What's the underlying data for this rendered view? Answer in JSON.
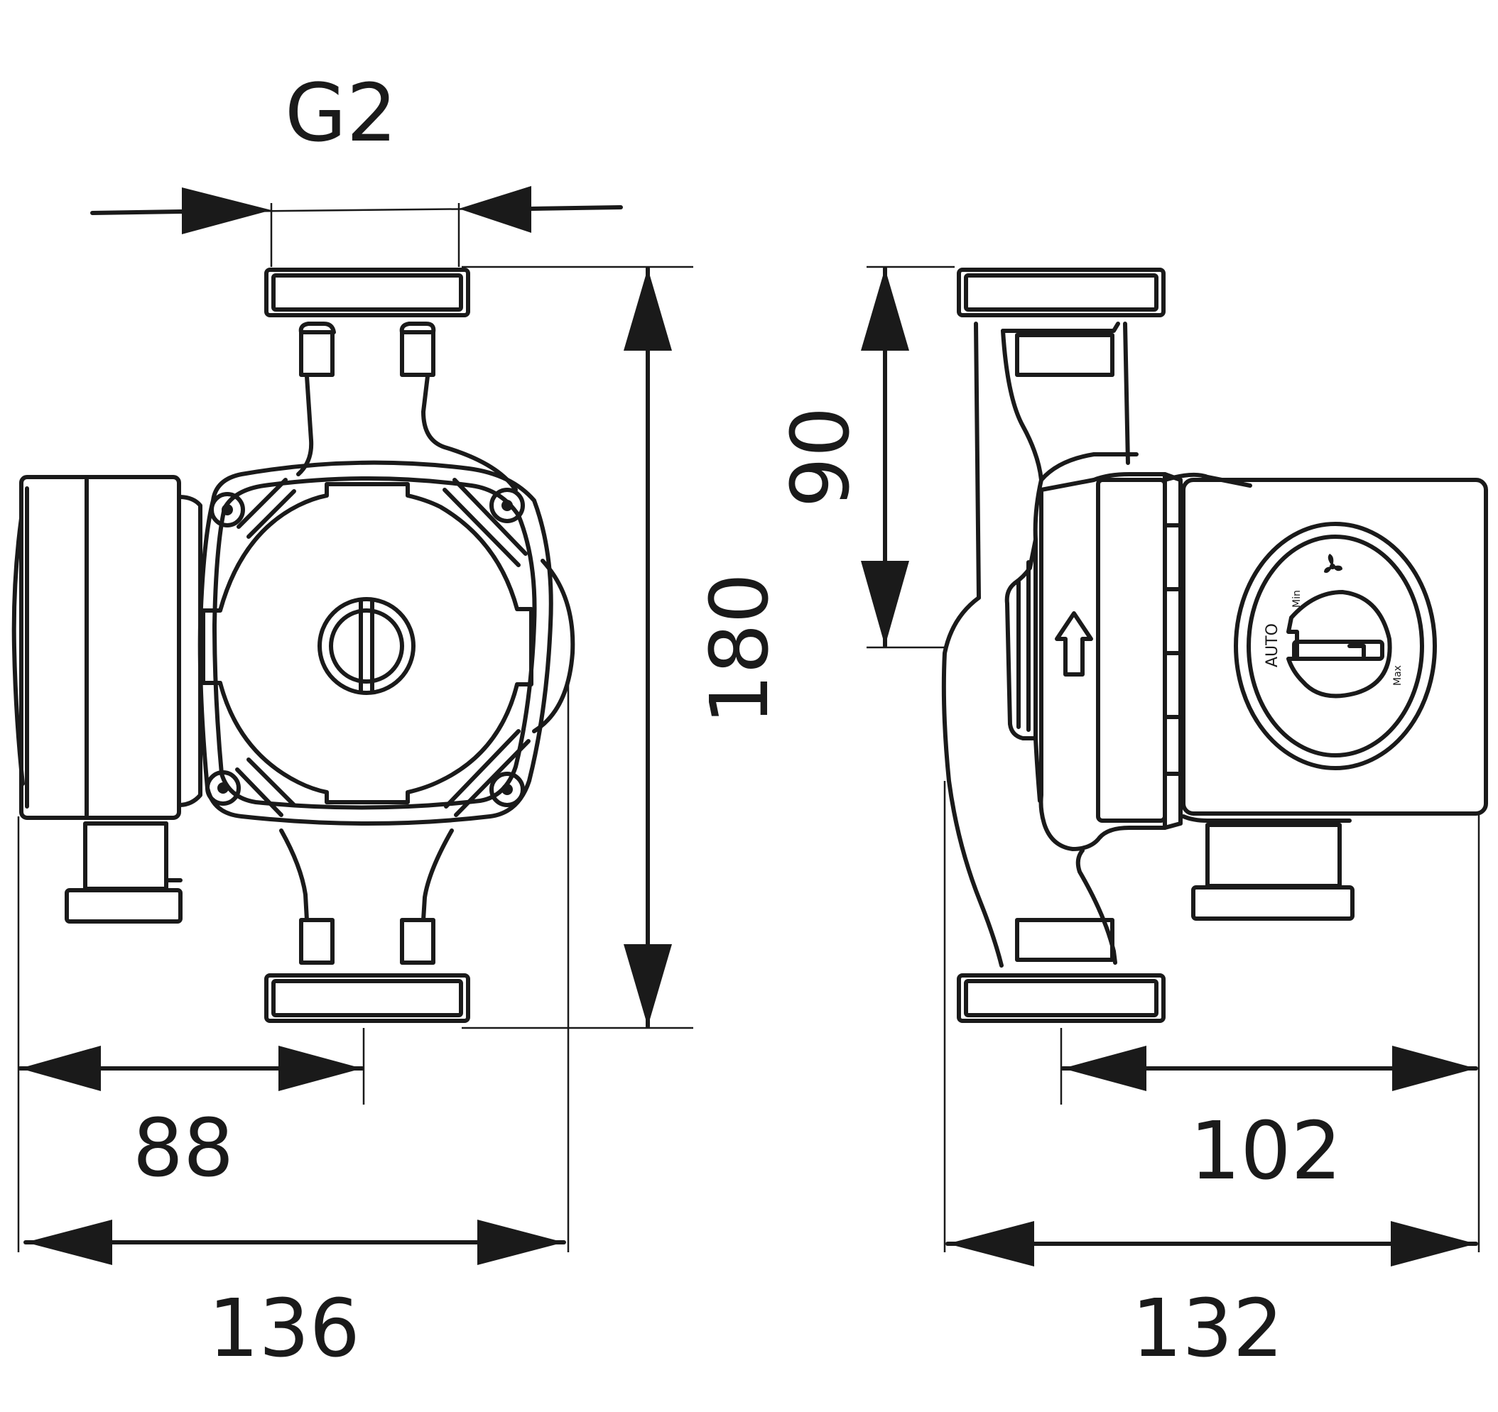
{
  "dimensions": {
    "thread": "G2",
    "height": "180",
    "half_height": "90",
    "axis_offset": "88",
    "front_width": "136",
    "depth_to_axis": "102",
    "side_width": "132"
  },
  "control_knob": {
    "auto": "AUTO",
    "min": "Min",
    "max": "Max"
  }
}
